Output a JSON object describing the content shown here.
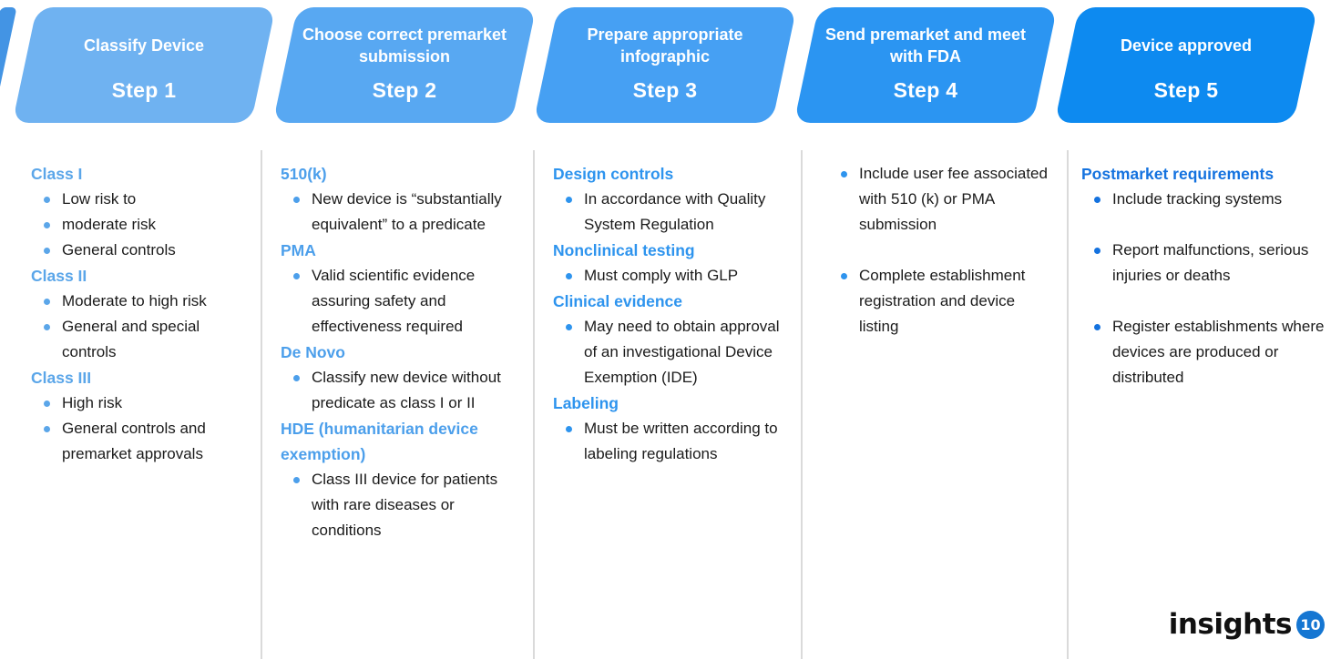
{
  "header": {
    "steps": [
      {
        "title": "Classify Device",
        "step": "Step 1",
        "color": "#6FB2F1"
      },
      {
        "title": "Choose correct premarket submission",
        "step": "Step 2",
        "color": "#58A8F2"
      },
      {
        "title": "Prepare appropriate infographic",
        "step": "Step 3",
        "color": "#46A0F3"
      },
      {
        "title": "Send premarket and meet with FDA",
        "step": "Step 4",
        "color": "#2B95F2"
      },
      {
        "title": "Device approved",
        "step": "Step 5",
        "color": "#0D8AF0"
      }
    ]
  },
  "columns": [
    {
      "accent": "#5BA6E9",
      "spacing": "normal",
      "sections": [
        {
          "heading": "Class I",
          "bullets": [
            "Low risk to",
            "moderate risk",
            "General controls"
          ]
        },
        {
          "heading": "Class II",
          "bullets": [
            "Moderate to high risk",
            "General and special controls"
          ]
        },
        {
          "heading": "Class III",
          "bullets": [
            "High risk",
            "General controls and premarket approvals"
          ]
        }
      ]
    },
    {
      "accent": "#4C9FEB",
      "spacing": "normal",
      "sections": [
        {
          "heading": "510(k)",
          "bullets": [
            "New device is “substantially equivalent” to a predicate"
          ]
        },
        {
          "heading": "PMA",
          "bullets": [
            "Valid scientific evidence assuring safety and effectiveness required"
          ]
        },
        {
          "heading": "De Novo",
          "bullets": [
            "Classify new device without predicate as class I or II"
          ]
        },
        {
          "heading": "HDE (humanitarian device exemption)",
          "bullets": [
            "Class III device for patients with rare diseases or conditions"
          ]
        }
      ]
    },
    {
      "accent": "#2E94EE",
      "spacing": "normal",
      "sections": [
        {
          "heading": "Design controls",
          "bullets": [
            "In accordance with Quality System Regulation"
          ]
        },
        {
          "heading": "Nonclinical testing",
          "bullets": [
            "Must comply with GLP"
          ]
        },
        {
          "heading": "Clinical evidence",
          "bullets": [
            "May need to obtain approval of an investigational Device Exemption (IDE)"
          ]
        },
        {
          "heading": "Labeling",
          "bullets": [
            "Must be written according to labeling regulations"
          ]
        }
      ]
    },
    {
      "accent": "#2E94EE",
      "spacing": "loose",
      "sections": [
        {
          "heading": "",
          "bullets": [
            "Include user fee associated with 510 (k) or PMA submission",
            "Complete establishment registration and device listing"
          ]
        }
      ]
    },
    {
      "accent": "#1472DF",
      "spacing": "loose",
      "sections": [
        {
          "heading": "Postmarket requirements",
          "bullets": [
            "Include tracking systems",
            "Report malfunctions, serious injuries or deaths",
            "Register establishments where devices are produced or distributed"
          ]
        }
      ]
    }
  ],
  "logo": {
    "text": "insights",
    "badge": "10",
    "badge_color": "#1576D2"
  }
}
